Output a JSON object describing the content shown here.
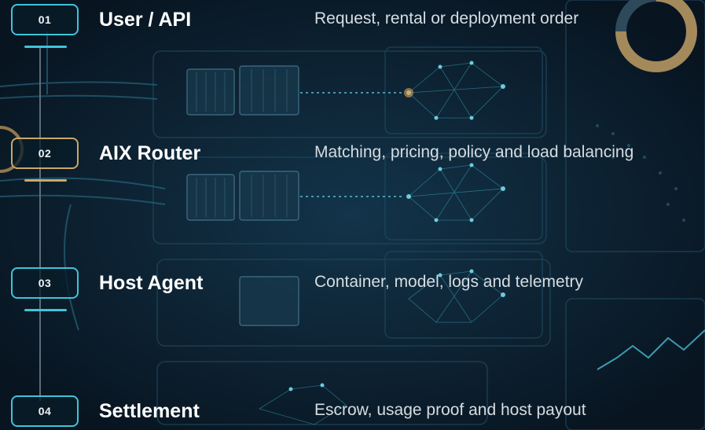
{
  "steps": [
    {
      "number": "01",
      "title": "User / API",
      "description": "Request, rental or deployment order"
    },
    {
      "number": "02",
      "title": "AIX Router",
      "description": "Matching, pricing, policy and load balancing"
    },
    {
      "number": "03",
      "title": "Host Agent",
      "description": "Container, model, logs and telemetry"
    },
    {
      "number": "04",
      "title": "Settlement",
      "description": "Escrow, usage proof and host payout"
    }
  ],
  "colors": {
    "background": "#0a1a26",
    "accent_cyan": "#3fc4d8",
    "accent_gold": "#caa868",
    "title_text": "#ffffff",
    "description_text": "#d5dde2"
  }
}
